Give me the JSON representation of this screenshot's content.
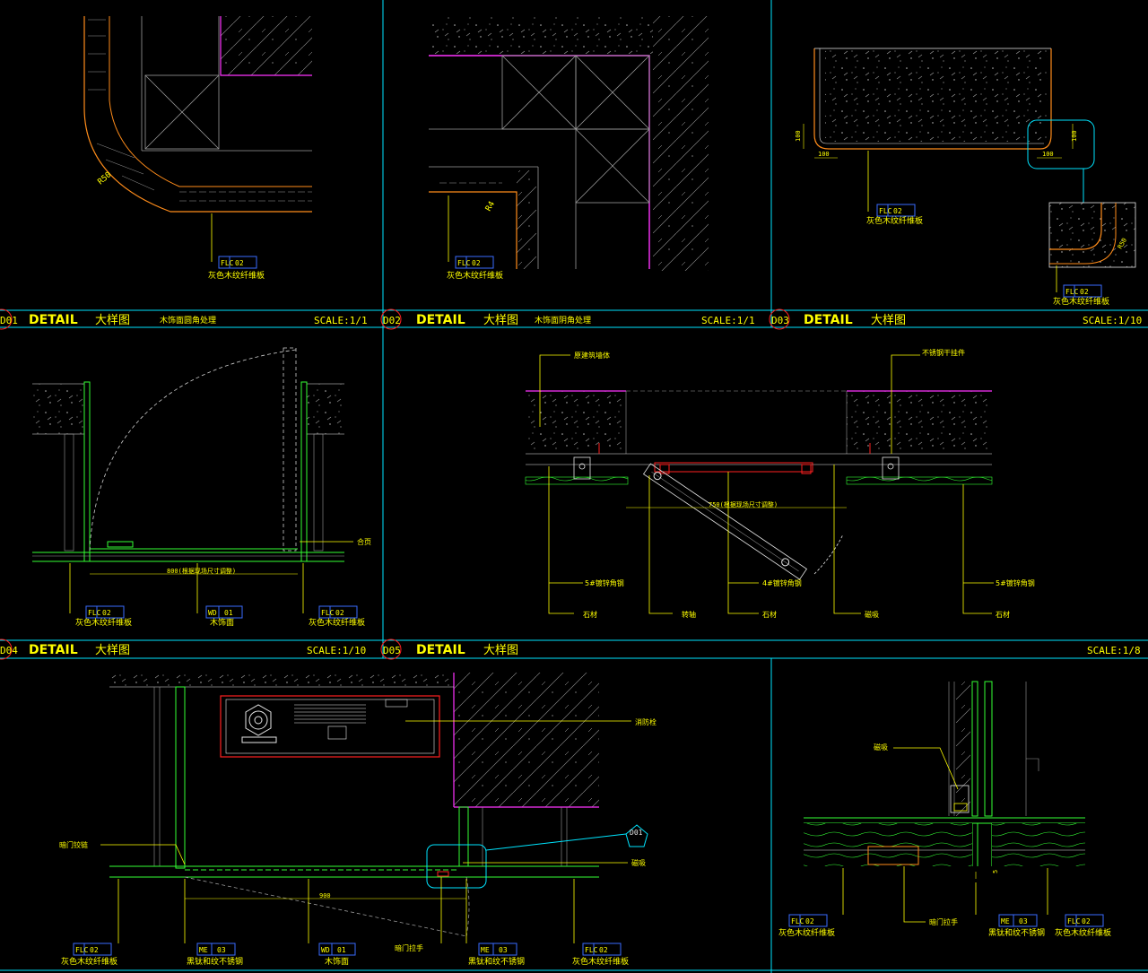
{
  "colors": {
    "frame": "#00e5ff",
    "yellow": "#ffff00",
    "magenta": "#ff33ff",
    "orange": "#ff8c1a",
    "green": "#33ff33",
    "red": "#ff2020",
    "white": "#e6e6e6",
    "gray": "#9a9a9a",
    "hatch": "#bdbdbd",
    "blue_label": "#3a6bff"
  },
  "title_bars": [
    {
      "num": "D01",
      "word": "DETAIL",
      "cn": "大样图",
      "sub": "木饰面圆角处理",
      "scale": "SCALE:1/1"
    },
    {
      "num": "D02",
      "word": "DETAIL",
      "cn": "大样图",
      "sub": "木饰面阴角处理",
      "scale": "SCALE:1/1"
    },
    {
      "num": "D03",
      "word": "DETAIL",
      "cn": "大样图",
      "sub": "",
      "scale": "SCALE:1/10"
    },
    {
      "num": "D04",
      "word": "DETAIL",
      "cn": "大样图",
      "sub": "",
      "scale": "SCALE:1/10"
    },
    {
      "num": "D05",
      "word": "DETAIL",
      "cn": "大样图",
      "sub": "",
      "scale": "SCALE:1/8"
    }
  ],
  "materials": {
    "flc_code": "FLC",
    "flc_no": "02",
    "flc_name": "灰色木纹纤维板",
    "wd_code": "WD",
    "wd_no": "01",
    "wd_name": "木饰面",
    "me_code": "ME",
    "me_no": "03",
    "me_name": "黑钛和纹不锈钢"
  },
  "d01": {
    "radius": "R50"
  },
  "d02": {
    "radius": "R4"
  },
  "d03": {
    "dims": [
      "100",
      "100",
      "100",
      "100",
      "R50"
    ]
  },
  "d04": {
    "hinge": "合页",
    "width": "800(根据现场尺寸调整)"
  },
  "d05": {
    "wall": "原建筑墙体",
    "hanger": "不锈钢干挂件",
    "width": "750(根据现场尺寸调整)",
    "angle5_left": "5#镀锌角钢",
    "angle4": "4#镀锌角钢",
    "angle5_right": "5#镀锌角钢",
    "stone1": "石材",
    "pivot": "转轴",
    "stone2": "石材",
    "magnet": "磁吸",
    "stone3": "石材"
  },
  "d06": {
    "hydrant": "消防栓",
    "hidden_hinge": "暗门铰链",
    "magnet": "磁吸",
    "width": "900",
    "handle": "暗门拉手",
    "callout": "D01"
  },
  "d07": {
    "magnet": "磁吸",
    "handle": "暗门拉手",
    "gap": "5"
  }
}
